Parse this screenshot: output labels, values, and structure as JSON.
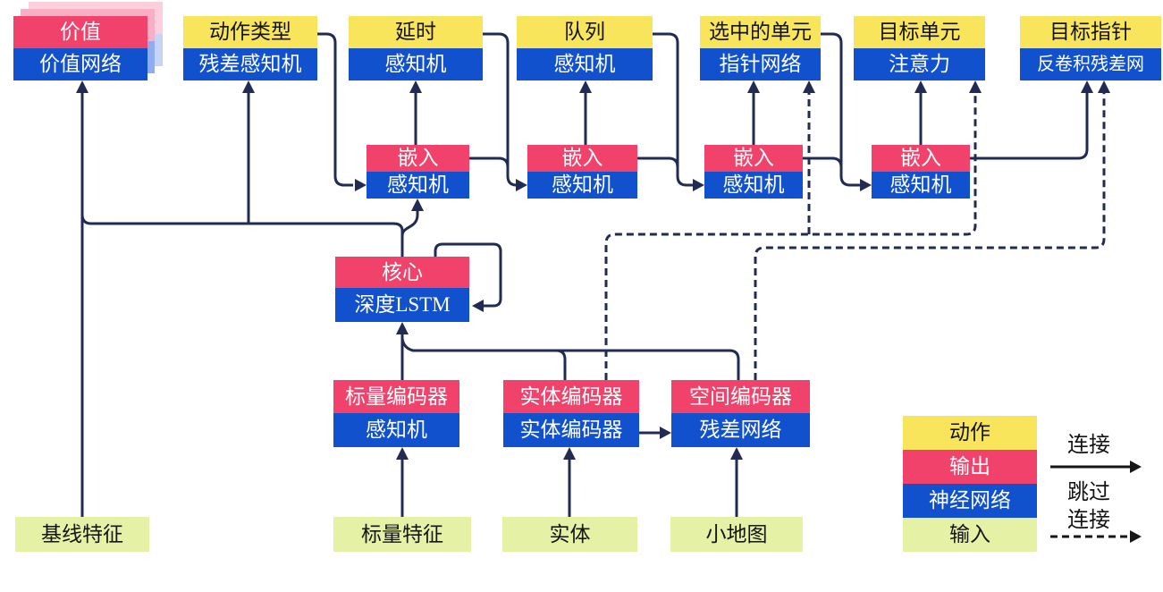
{
  "nodes": {
    "value": {
      "output_label": "价值",
      "network_label": "价值网络"
    },
    "action_type": {
      "action_label": "动作类型",
      "network_label": "残差感知机"
    },
    "delay": {
      "action_label": "延时",
      "network_label": "感知机"
    },
    "queue": {
      "action_label": "队列",
      "network_label": "感知机"
    },
    "selected_units": {
      "action_label": "选中的单元",
      "network_label": "指针网络"
    },
    "target_unit": {
      "action_label": "目标单元",
      "network_label": "注意力"
    },
    "target_point": {
      "action_label": "目标指针",
      "network_label": "反卷积残差网"
    },
    "embed_1": {
      "output_label": "嵌入",
      "network_label": "感知机"
    },
    "embed_2": {
      "output_label": "嵌入",
      "network_label": "感知机"
    },
    "embed_3": {
      "output_label": "嵌入",
      "network_label": "感知机"
    },
    "embed_4": {
      "output_label": "嵌入",
      "network_label": "感知机"
    },
    "core": {
      "output_label": "核心",
      "network_label": "深度LSTM"
    },
    "scalar_encoder": {
      "output_label": "标量编码器",
      "network_label": "感知机"
    },
    "entity_encoder": {
      "output_label": "实体编码器",
      "network_label": "实体编码器"
    },
    "spatial_encoder": {
      "output_label": "空间编码器",
      "network_label": "残差网络"
    },
    "baseline_features": {
      "input_label": "基线特征"
    },
    "scalar_features": {
      "input_label": "标量特征"
    },
    "entities": {
      "input_label": "实体"
    },
    "minimap": {
      "input_label": "小地图"
    }
  },
  "legend": {
    "action_label": "动作",
    "output_label": "输出",
    "network_label": "神经网络",
    "input_label": "输入",
    "connection_label": "连接",
    "skip_connection_label_line1": "跳过",
    "skip_connection_label_line2": "连接"
  },
  "colors": {
    "action_yellow": "#F8E55C",
    "output_red": "#F0426B",
    "network_blue": "#1151CE",
    "input_green": "#E5F1A4",
    "connector_navy": "#222B54"
  }
}
